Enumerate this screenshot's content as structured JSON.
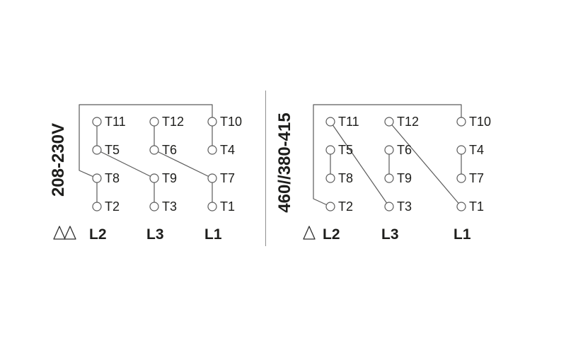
{
  "diagrams": [
    {
      "id": "low-voltage",
      "voltage_label": "208-230V",
      "connection_symbol": "double-delta",
      "terminals": [
        [
          "T11",
          "T12",
          "T10"
        ],
        [
          "T5",
          "T6",
          "T4"
        ],
        [
          "T8",
          "T9",
          "T7"
        ],
        [
          "T2",
          "T3",
          "T1"
        ]
      ],
      "line_labels": [
        "L2",
        "L3",
        "L1"
      ]
    },
    {
      "id": "high-voltage",
      "voltage_label": "460//380-415",
      "connection_symbol": "delta",
      "terminals": [
        [
          "T11",
          "T12",
          "T10"
        ],
        [
          "T5",
          "T6",
          "T4"
        ],
        [
          "T8",
          "T9",
          "T7"
        ],
        [
          "T2",
          "T3",
          "T1"
        ]
      ],
      "line_labels": [
        "L2",
        "L3",
        "L1"
      ]
    }
  ],
  "colors": {
    "wire": "#5b5b5b",
    "text": "#1d1d1b",
    "background": "#ffffff"
  }
}
